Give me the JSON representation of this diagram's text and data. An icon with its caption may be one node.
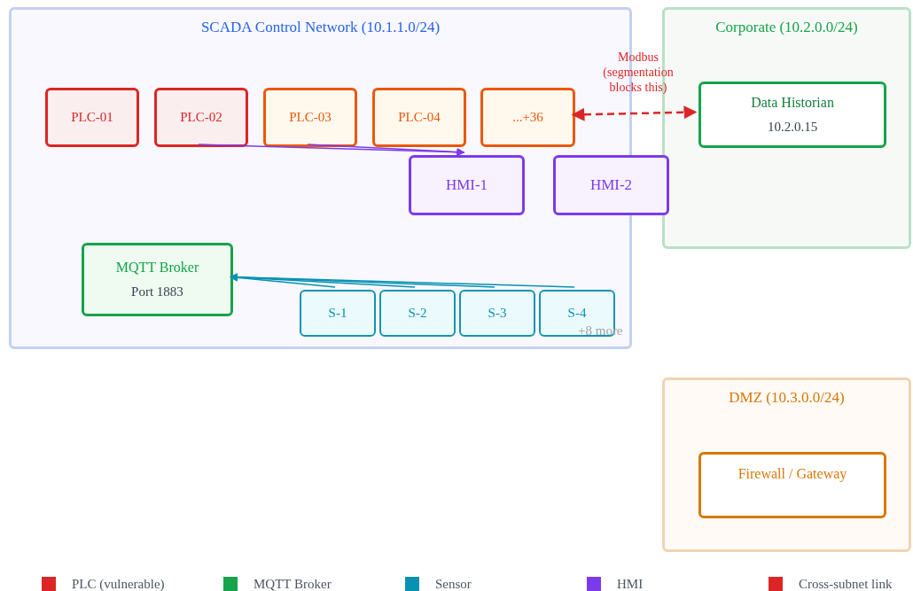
{
  "diagram": {
    "nodes": [
      {
        "text": [
          "SCADA Control Network (10.1.1.0/24)"
        ]
      },
      {
        "text": [
          "PLC-01"
        ],
        "in": 0
      },
      {
        "text": [
          "PLC-02"
        ],
        "in": 0
      },
      {
        "text": [
          "PLC-03"
        ],
        "in": 0
      },
      {
        "text": [
          "PLC-04"
        ],
        "in": 0
      },
      {
        "text": [
          "...+36"
        ],
        "in": 0
      },
      {
        "text": [
          "HMI-1"
        ],
        "in": 0
      },
      {
        "text": [
          "HMI-2"
        ]
      },
      {
        "text": [
          "MQTT Broker",
          "Port 1883"
        ],
        "in": 0
      },
      {
        "text": [
          "S-1"
        ],
        "in": 0
      },
      {
        "text": [
          "S-2"
        ],
        "in": 0
      },
      {
        "text": [
          "S-3"
        ],
        "in": 0
      },
      {
        "text": [
          "S-4"
        ],
        "in": 0
      },
      {
        "text": [
          "Corporate (10.2.0.0/24)"
        ]
      },
      {
        "text": [
          "Data Historian",
          "10.2.0.15"
        ],
        "in": 13
      },
      {
        "text": [
          "DMZ (10.3.0.0/24)"
        ]
      },
      {
        "text": [
          "Firewall / Gateway"
        ],
        "in": 15
      }
    ],
    "edges": [
      {
        "from": 2,
        "to": 6,
        "arrow": "to",
        "color": "#7c3aed"
      },
      {
        "from": 3,
        "to": 6,
        "arrow": "to",
        "color": "#7c3aed"
      },
      {
        "from": 9,
        "to": 8,
        "arrow": "to"
      },
      {
        "from": 10,
        "to": 8,
        "arrow": "to"
      },
      {
        "from": 11,
        "to": 8,
        "arrow": "to"
      },
      {
        "from": 12,
        "to": 8,
        "arrow": "to"
      },
      {
        "from": 5,
        "to": 14,
        "arrow": "both",
        "label": "Modbus (segmentation blocks this)",
        "style": "dashed",
        "color": "#dc2626"
      }
    ],
    "labels": [
      "+8 more"
    ],
    "legend": [
      {
        "text": "PLC (vulnerable)",
        "color": "#dc2626"
      },
      {
        "text": "MQTT Broker",
        "color": "#16a34a"
      },
      {
        "text": "Sensor",
        "color": "#0891b2"
      },
      {
        "text": "HMI",
        "color": "#7c3aed"
      },
      {
        "text": "Cross-subnet link",
        "color": "#dc2626"
      }
    ]
  }
}
